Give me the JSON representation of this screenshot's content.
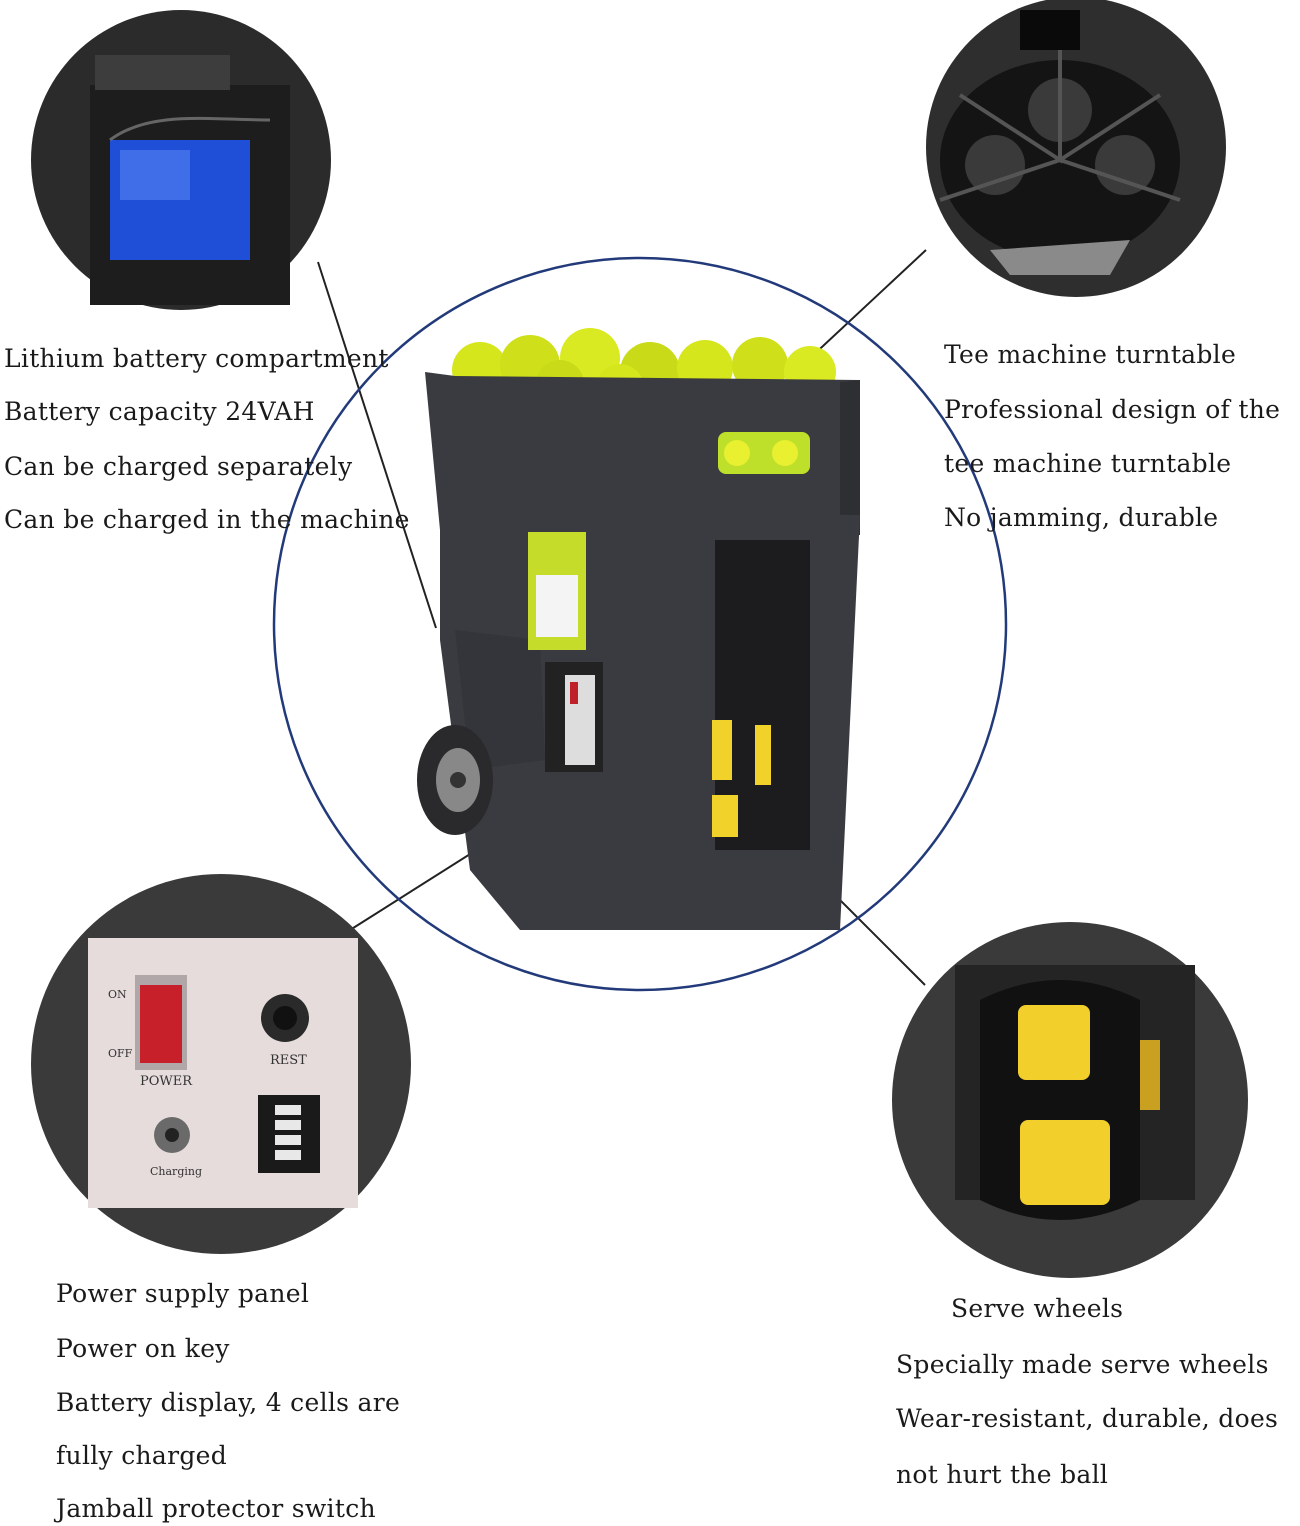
{
  "battery_callout": {
    "lines": [
      "Lithium battery compartment",
      "Battery capacity 24VAH",
      "Can be charged separately",
      "Can be charged in the machine"
    ]
  },
  "turntable_callout": {
    "lines": [
      "Tee machine turntable",
      "Professional design of the",
      "tee machine turntable",
      "No jamming, durable"
    ]
  },
  "power_callout": {
    "lines": [
      "Power supply panel",
      "Power on key",
      "Battery display, 4 cells are",
      "fully charged",
      "Jamball protector switch"
    ]
  },
  "wheels_callout": {
    "lines": [
      "Serve wheels",
      "Specially made serve wheels",
      "Wear-resistant, durable, does",
      "not hurt the ball"
    ]
  },
  "panel": {
    "on_label": "ON",
    "off_label": "OFF",
    "power_label": "POWER",
    "rest_label": "REST",
    "charging_label": "Charging"
  },
  "colors": {
    "ball": "#d6e61c",
    "machine": "#3a3b40",
    "wheel_yellow": "#f2cf2a",
    "battery_blue": "#1f4fd6"
  }
}
